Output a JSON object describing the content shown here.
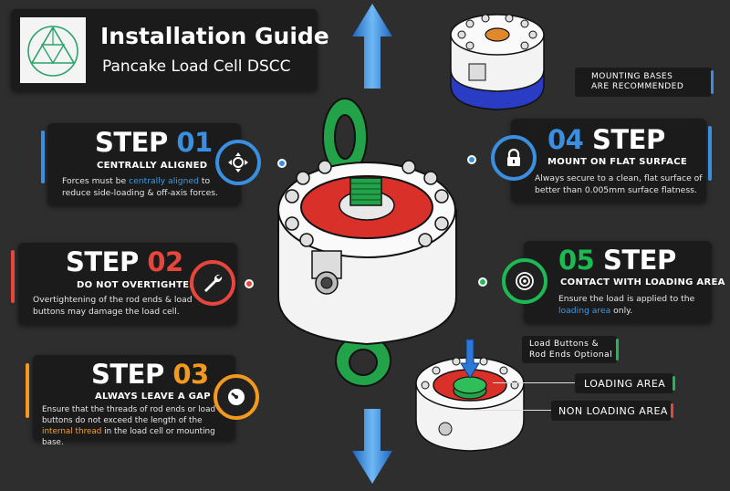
{
  "header": {
    "title": "Installation Guide",
    "subtitle": "Pancake Load Cell DSCC"
  },
  "colors": {
    "blue": "#3a8fe0",
    "red": "#e8453c",
    "orange": "#f39a1e",
    "green": "#1db954",
    "panel": "#1b1b1b",
    "background": "#2e2e2e"
  },
  "steps": {
    "s01": {
      "word": "STEP",
      "num": "01",
      "subtitle": "CENTRALLY ALIGNED",
      "text_a": "Forces must be ",
      "text_hl": "centrally aligned",
      "text_b": " to reduce side-loading & off-axis forces.",
      "icon": "crosshair-arrows-icon"
    },
    "s02": {
      "word": "STEP",
      "num": "02",
      "subtitle": "DO NOT OVERTIGHTEN",
      "text": "Overtightening of the rod ends & load buttons may damage the load cell.",
      "icon": "wrench-icon"
    },
    "s03": {
      "word": "STEP",
      "num": "03",
      "subtitle": "ALWAYS LEAVE A GAP",
      "text_a": "Ensure that the threads of rod ends or load buttons do not exceed the length of the ",
      "text_hl": "internal thread",
      "text_b": " in the load cell or mounting base.",
      "icon": "gauge-icon"
    },
    "s04": {
      "num": "04",
      "word": "STEP",
      "subtitle": "MOUNT ON FLAT SURFACE",
      "text": "Always secure to a clean, flat surface of better than 0.005mm surface flatness.",
      "icon": "lock-icon"
    },
    "s05": {
      "num": "05",
      "word": "STEP",
      "subtitle": "CONTACT WITH LOADING AREA",
      "text_a": "Ensure the load is applied to the ",
      "text_hl": "loading area",
      "text_b": " only.",
      "icon": "target-icon"
    }
  },
  "callouts": {
    "mounting": "MOUNTING BASES ARE RECOMMENDED",
    "buttons_line1": "Load Buttons &",
    "buttons_line2": "Rod Ends Optional",
    "loading": "LOADING AREA",
    "non_loading": "NON LOADING AREA"
  }
}
